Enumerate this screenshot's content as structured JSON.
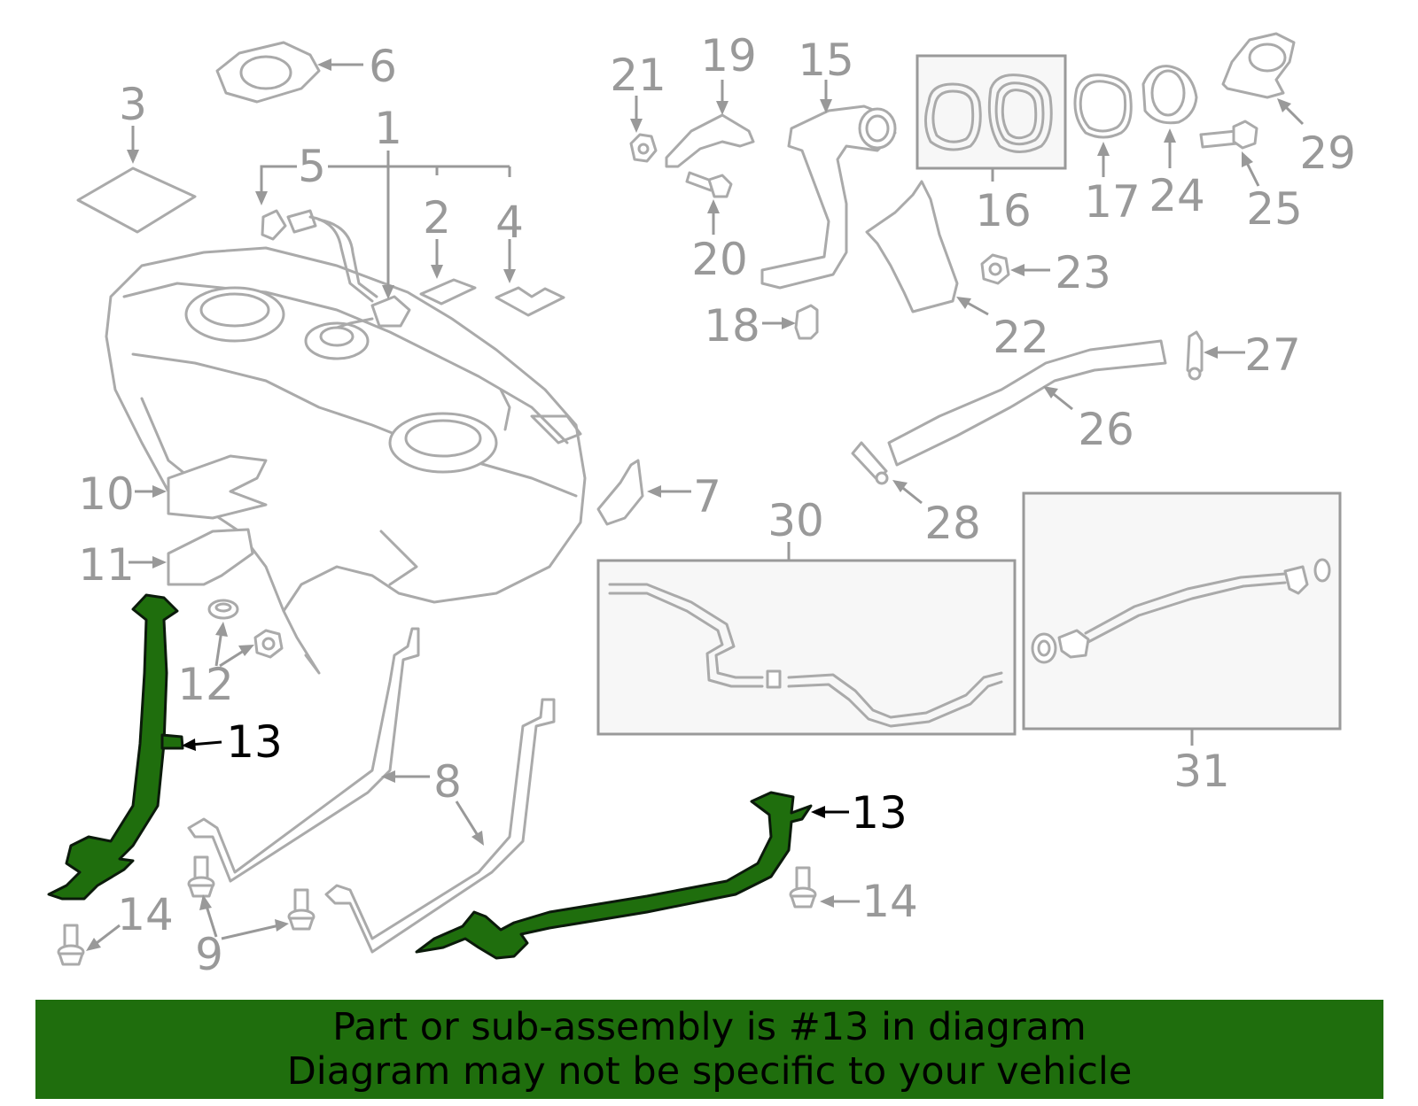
{
  "callouts": {
    "c1": "1",
    "c2": "2",
    "c3": "3",
    "c4": "4",
    "c5": "5",
    "c6": "6",
    "c7": "7",
    "c8": "8",
    "c9": "9",
    "c10": "10",
    "c11": "11",
    "c12": "12",
    "c13a": "13",
    "c13b": "13",
    "c14a": "14",
    "c14b": "14",
    "c15": "15",
    "c16": "16",
    "c17": "17",
    "c18": "18",
    "c19": "19",
    "c20": "20",
    "c21": "21",
    "c22": "22",
    "c23": "23",
    "c24": "24",
    "c25": "25",
    "c26": "26",
    "c27": "27",
    "c28": "28",
    "c29": "29",
    "c30": "30",
    "c31": "31"
  },
  "colors": {
    "highlight_part": "#1f6e0d",
    "banner_background": "#1f6e0d",
    "part_outline": "#aaaaaa",
    "callout_gray": "#999999",
    "callout_highlight": "#000000"
  },
  "banner": {
    "line1": "Part or sub-assembly is #13 in diagram",
    "line2": "Diagram may not be specific to your vehicle"
  }
}
